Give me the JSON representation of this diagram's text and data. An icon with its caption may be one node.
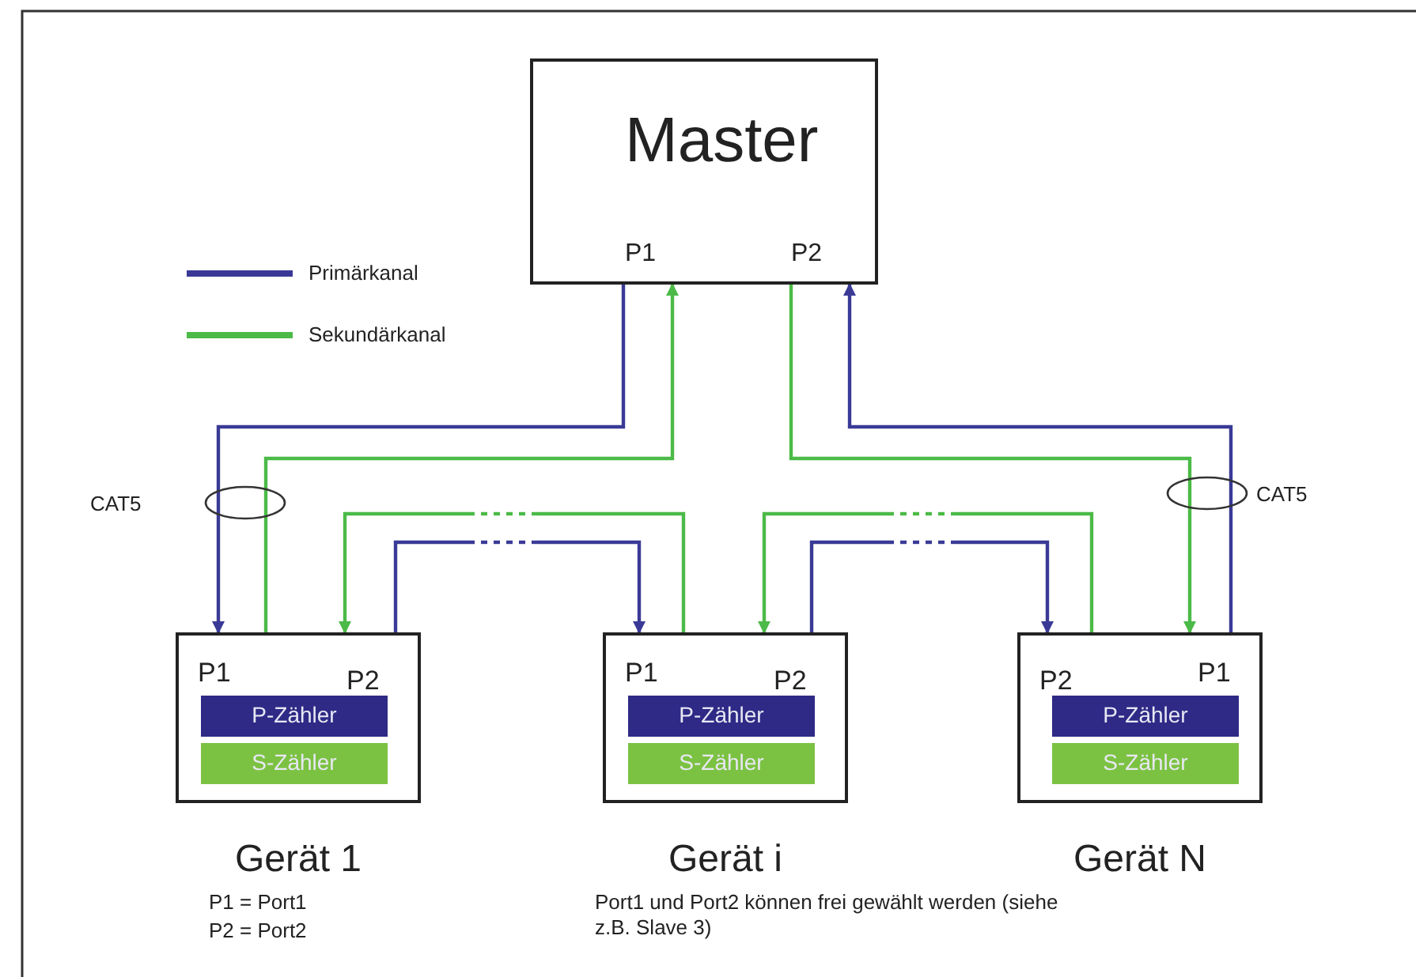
{
  "diagram": {
    "nodes": [
      {
        "text": [
          "Master",
          "P1",
          "P2"
        ]
      },
      {
        "text": [
          "P1",
          "P2"
        ],
        "beside": [
          "Gerät 1"
        ]
      },
      {
        "text": [
          "P-Zähler"
        ],
        "in": 1
      },
      {
        "text": [
          "S-Zähler"
        ],
        "in": 1
      },
      {
        "text": [
          "P1",
          "P2"
        ],
        "beside": [
          "Gerät i"
        ]
      },
      {
        "text": [
          "P-Zähler"
        ],
        "in": 4
      },
      {
        "text": [
          "S-Zähler"
        ],
        "in": 4
      },
      {
        "text": [
          "P2",
          "P1"
        ],
        "beside": [
          "Gerät N"
        ]
      },
      {
        "text": [
          "P-Zähler"
        ],
        "in": 7
      },
      {
        "text": [
          "S-Zähler"
        ],
        "in": 7
      }
    ],
    "edges": [
      {
        "from": 0,
        "to": 1,
        "arrow": "to",
        "color": "#3a3a96"
      },
      {
        "from": 1,
        "to": 0,
        "arrow": "to",
        "color": "#4cba48"
      },
      {
        "from": 4,
        "to": 1,
        "arrow": "to",
        "color": "#4cba48"
      },
      {
        "from": 1,
        "to": 4,
        "arrow": "to",
        "color": "#3a3a96"
      },
      {
        "from": 7,
        "to": 4,
        "arrow": "to",
        "color": "#4cba48"
      },
      {
        "from": 4,
        "to": 7,
        "arrow": "to",
        "color": "#3a3a96"
      },
      {
        "from": 0,
        "to": 7,
        "arrow": "to",
        "color": "#4cba48"
      },
      {
        "from": 7,
        "to": 0,
        "arrow": "to",
        "color": "#3a3a96"
      }
    ],
    "labels": [
      "CAT5",
      "CAT5",
      "P1 = Port1",
      "P2 = Port2",
      "Port1 und Port2 können frei gewählt werden (siehe z.B. Slave 3)"
    ],
    "legend": [
      {
        "text": "Primärkanal",
        "color": "#3a3a96"
      },
      {
        "text": "Sekundärkanal",
        "color": "#4cba48"
      }
    ]
  }
}
